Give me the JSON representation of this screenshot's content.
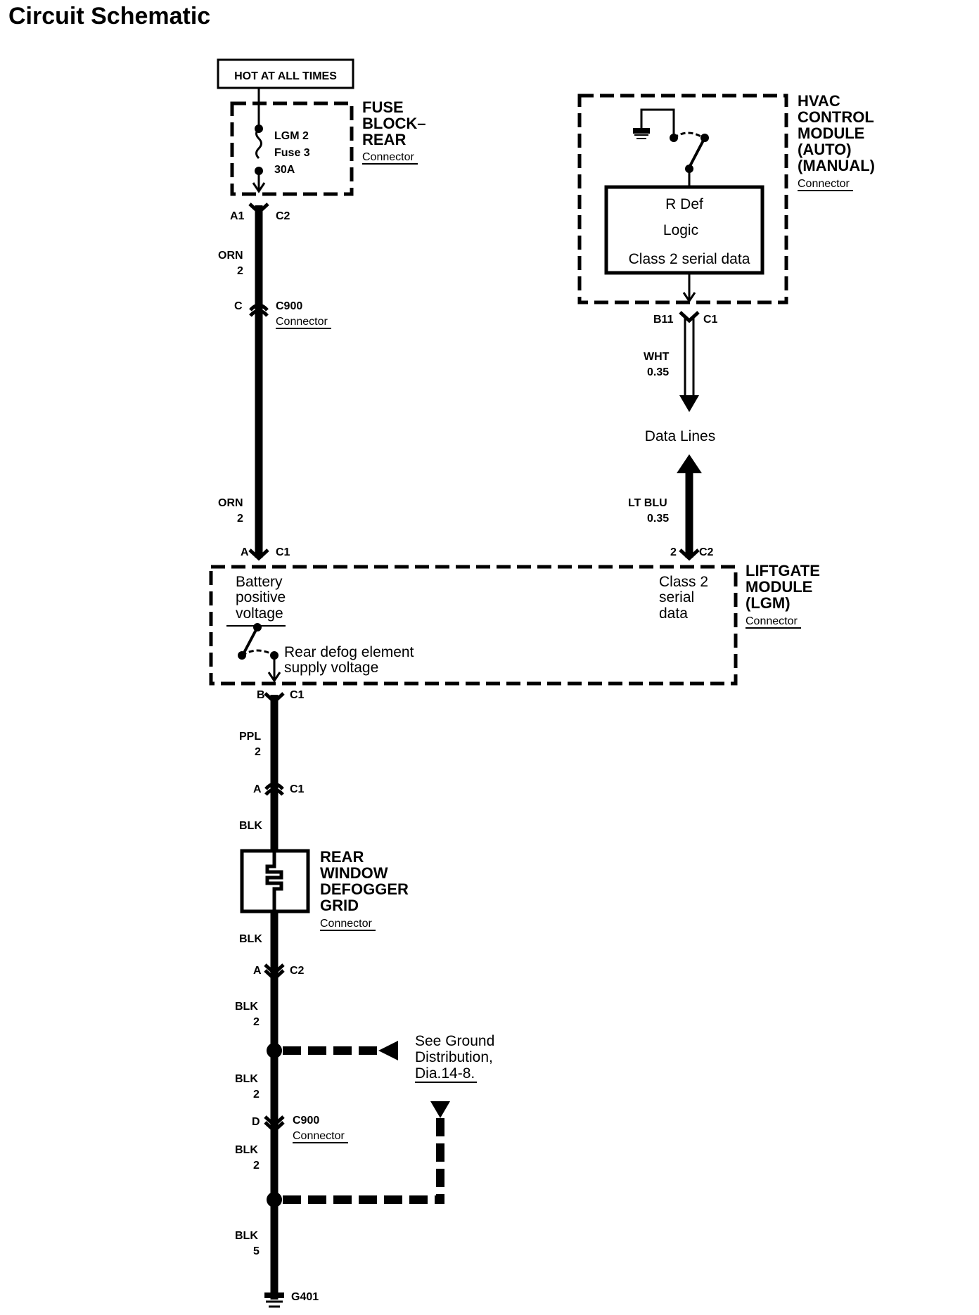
{
  "title": "Circuit Schematic",
  "power_label": "HOT AT ALL TIMES",
  "fuse_block": {
    "name_lines": [
      "FUSE",
      "BLOCK–",
      "REAR"
    ],
    "connector_word": "Connector",
    "fuse_lines": [
      "LGM 2",
      "Fuse 3",
      "30A"
    ],
    "pin_left": "A1",
    "pin_right": "C2"
  },
  "wire_orn_top": {
    "color": "ORN",
    "gauge": "2"
  },
  "c900_top": {
    "pin": "C",
    "name": "C900",
    "connector_word": "Connector"
  },
  "wire_orn_bottom": {
    "color": "ORN",
    "gauge": "2"
  },
  "hvac": {
    "name_lines": [
      "HVAC",
      "CONTROL",
      "MODULE",
      "(AUTO)",
      "(MANUAL)"
    ],
    "connector_word": "Connector",
    "box_lines": [
      "R Def",
      "Logic",
      "Class 2 serial data"
    ],
    "pin_left": "B11",
    "pin_right": "C1"
  },
  "wire_wht": {
    "color": "WHT",
    "gauge": "0.35"
  },
  "data_lines_label": "Data Lines",
  "wire_ltblu": {
    "color": "LT BLU",
    "gauge": "0.35"
  },
  "lgm": {
    "name_lines": [
      "LIFTGATE",
      "MODULE",
      "(LGM)"
    ],
    "connector_word": "Connector",
    "pin_a": "A",
    "pin_a_conn": "C1",
    "pin_2": "2",
    "pin_2_conn": "C2",
    "battery_lines": [
      "Battery",
      "positive",
      "voltage"
    ],
    "class2_lines": [
      "Class 2",
      "serial",
      "data"
    ],
    "rear_defog_lines": [
      "Rear defog element",
      "supply voltage"
    ],
    "pin_b": "B",
    "pin_b_conn": "C1"
  },
  "wire_ppl": {
    "color": "PPL",
    "gauge": "2"
  },
  "grid_conn_top": {
    "pin": "A",
    "conn": "C1"
  },
  "wire_blk_1": {
    "color": "BLK"
  },
  "defogger": {
    "name_lines": [
      "REAR",
      "WINDOW",
      "DEFOGGER",
      "GRID"
    ],
    "connector_word": "Connector"
  },
  "wire_blk_2": {
    "color": "BLK"
  },
  "grid_conn_bottom": {
    "pin": "A",
    "conn": "C2"
  },
  "wire_blk_3": {
    "color": "BLK",
    "gauge": "2"
  },
  "ground_ref_lines": [
    "See Ground",
    "Distribution,",
    "Dia.14-8."
  ],
  "wire_blk_4": {
    "color": "BLK",
    "gauge": "2"
  },
  "c900_bottom": {
    "pin": "D",
    "name": "C900",
    "connector_word": "Connector"
  },
  "wire_blk_5": {
    "color": "BLK",
    "gauge": "2"
  },
  "wire_blk_6": {
    "color": "BLK",
    "gauge": "5"
  },
  "ground": {
    "name": "G401"
  }
}
